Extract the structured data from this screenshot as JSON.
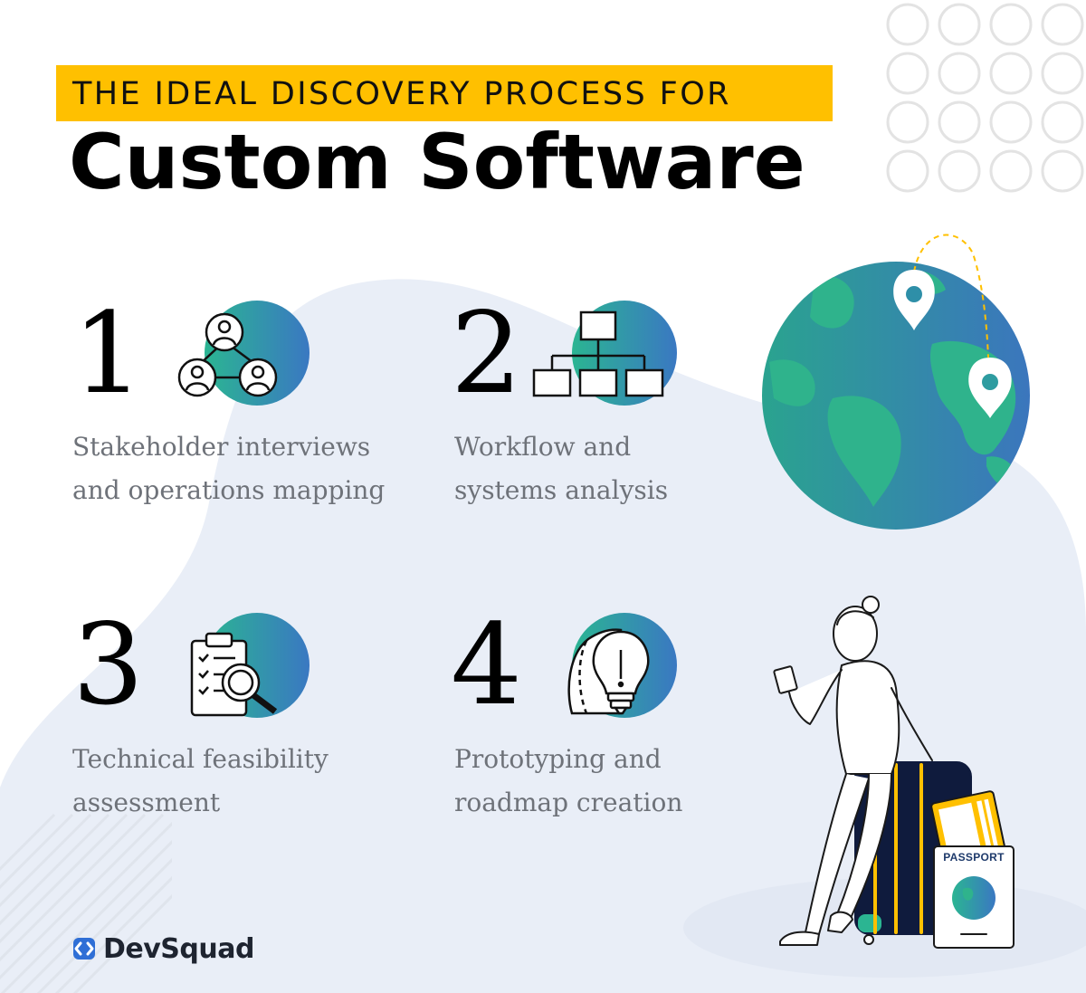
{
  "header": {
    "kicker": "THE IDEAL DISCOVERY PROCESS FOR",
    "title": "Custom Software"
  },
  "steps": [
    {
      "number": "1",
      "line1": "Stakeholder interviews",
      "line2": "and operations mapping",
      "icon": "stakeholder-network-icon"
    },
    {
      "number": "2",
      "line1": "Workflow and",
      "line2": "systems analysis",
      "icon": "org-chart-icon"
    },
    {
      "number": "3",
      "line1": "Technical feasibility",
      "line2": "assessment",
      "icon": "checklist-magnifier-icon"
    },
    {
      "number": "4",
      "line1": "Prototyping and",
      "line2": "roadmap creation",
      "icon": "lightbulb-head-icon"
    }
  ],
  "illustration": {
    "passport_label": "PASSPORT"
  },
  "brand": {
    "name": "DevSquad"
  },
  "colors": {
    "accent": "#ffc000",
    "teal": "#2bb592",
    "blue": "#3a78c2",
    "blob": "#e9eef7",
    "text_gray": "#6e7279",
    "navy": "#0f1b3d"
  }
}
